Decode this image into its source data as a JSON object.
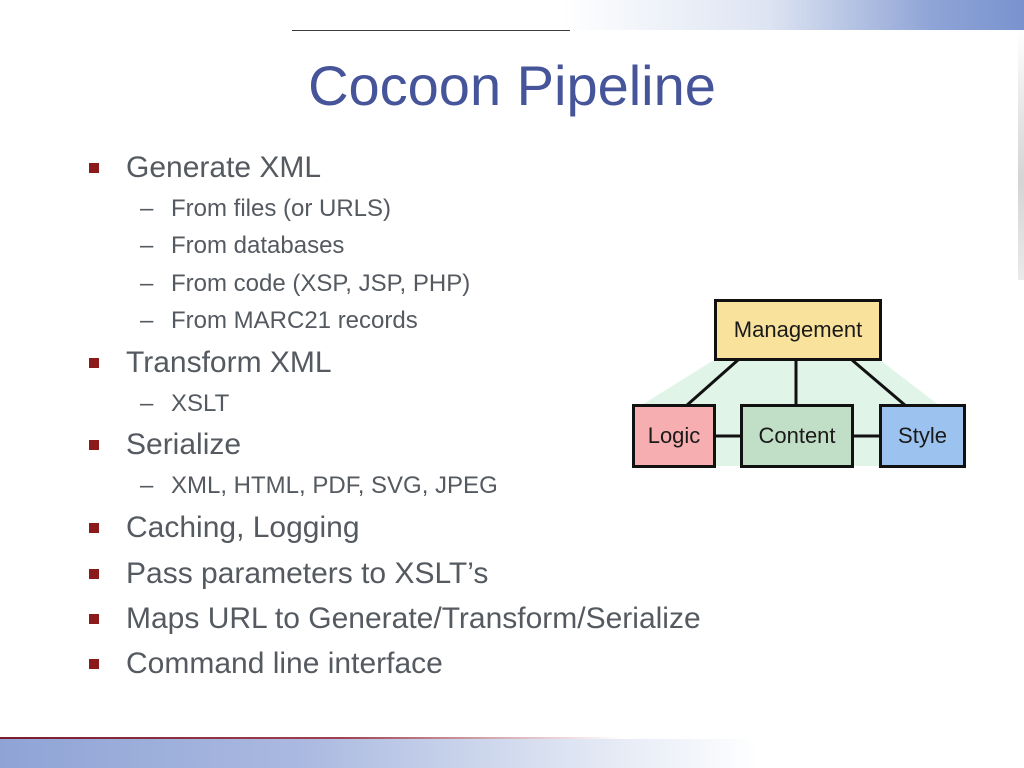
{
  "slide": {
    "title": "Cocoon Pipeline",
    "bullets": [
      {
        "text": "Generate XML",
        "sub": [
          "From files (or URLS)",
          "From databases",
          "From code (XSP, JSP, PHP)",
          "From MARC21 records"
        ]
      },
      {
        "text": "Transform XML",
        "sub": [
          "XSLT"
        ]
      },
      {
        "text": "Serialize",
        "sub": [
          "XML, HTML, PDF, SVG, JPEG"
        ]
      },
      {
        "text": "Caching, Logging",
        "sub": []
      },
      {
        "text": "Pass parameters to XSLT’s",
        "sub": []
      },
      {
        "text": "Maps URL to Generate/Transform/Serialize",
        "sub": []
      },
      {
        "text": "Command line interface",
        "sub": []
      }
    ],
    "sub_marker": "–"
  },
  "diagram": {
    "nodes": {
      "management": {
        "label": "Management",
        "color": "#f9e29b"
      },
      "logic": {
        "label": "Logic",
        "color": "#f7aeb0"
      },
      "content": {
        "label": "Content",
        "color": "#c1dec6"
      },
      "style": {
        "label": "Style",
        "color": "#9cc3ef"
      }
    },
    "background_color": "#e1f4e8"
  },
  "theme": {
    "title_color": "#46549a",
    "text_color": "#555a60",
    "bullet_color": "#8b1a1a"
  }
}
